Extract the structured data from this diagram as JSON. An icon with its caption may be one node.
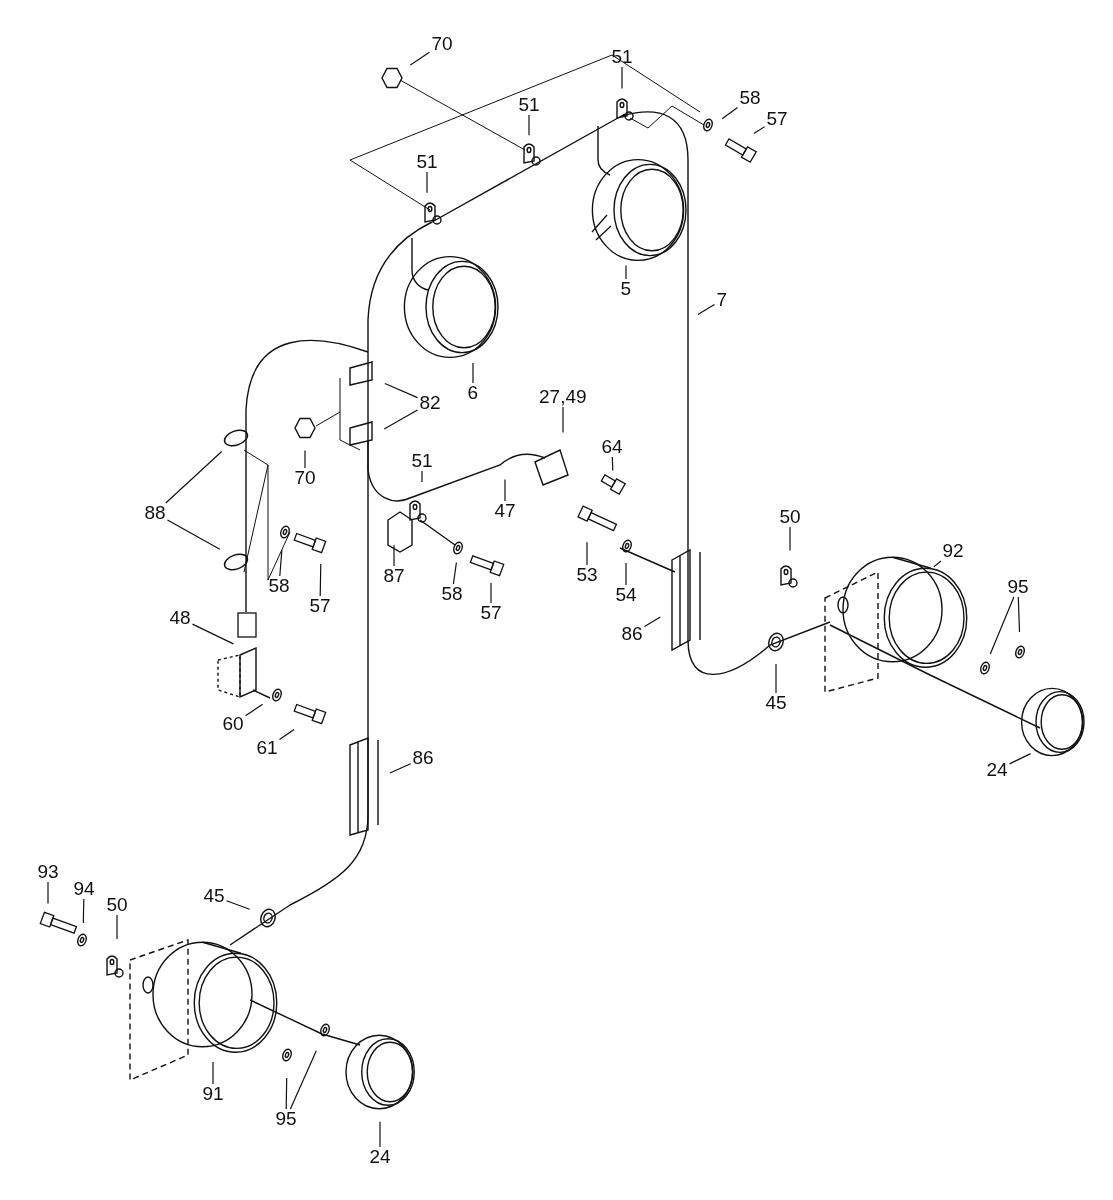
{
  "diagram": {
    "nodes": [
      {
        "text": [
          "70"
        ]
      },
      {
        "text": [
          "51"
        ]
      },
      {
        "text": [
          "51"
        ]
      },
      {
        "text": [
          "58"
        ]
      },
      {
        "text": [
          "57"
        ]
      },
      {
        "text": [
          "51"
        ]
      },
      {
        "text": [
          "5"
        ]
      },
      {
        "text": [
          "7"
        ]
      },
      {
        "text": [
          "6"
        ]
      },
      {
        "text": [
          "82"
        ]
      },
      {
        "text": [
          "27,49"
        ]
      },
      {
        "text": [
          "70"
        ]
      },
      {
        "text": [
          "64"
        ]
      },
      {
        "text": [
          "88"
        ]
      },
      {
        "text": [
          "51"
        ]
      },
      {
        "text": [
          "47"
        ]
      },
      {
        "text": [
          "50"
        ]
      },
      {
        "text": [
          "92"
        ]
      },
      {
        "text": [
          "53"
        ]
      },
      {
        "text": [
          "58"
        ]
      },
      {
        "text": [
          "57"
        ]
      },
      {
        "text": [
          "87"
        ]
      },
      {
        "text": [
          "95"
        ]
      },
      {
        "text": [
          "54"
        ]
      },
      {
        "text": [
          "58"
        ]
      },
      {
        "text": [
          "57"
        ]
      },
      {
        "text": [
          "48"
        ]
      },
      {
        "text": [
          "86"
        ]
      },
      {
        "text": [
          "45"
        ]
      },
      {
        "text": [
          "60"
        ]
      },
      {
        "text": [
          "61"
        ]
      },
      {
        "text": [
          "86"
        ]
      },
      {
        "text": [
          "24"
        ]
      },
      {
        "text": [
          "93"
        ]
      },
      {
        "text": [
          "94"
        ]
      },
      {
        "text": [
          "50"
        ]
      },
      {
        "text": [
          "45"
        ]
      },
      {
        "text": [
          "91"
        ]
      },
      {
        "text": [
          "95"
        ]
      },
      {
        "text": [
          "24"
        ]
      }
    ],
    "edges": [
      {
        "from": 0,
        "to": null,
        "arrow": "none"
      },
      {
        "from": 1,
        "to": null,
        "arrow": "none"
      },
      {
        "from": 2,
        "to": null,
        "arrow": "none"
      },
      {
        "from": 3,
        "to": null,
        "arrow": "none"
      },
      {
        "from": 4,
        "to": null,
        "arrow": "none"
      },
      {
        "from": 5,
        "to": null,
        "arrow": "none"
      },
      {
        "from": 6,
        "to": null,
        "arrow": "none"
      },
      {
        "from": 7,
        "to": null,
        "arrow": "none"
      },
      {
        "from": 8,
        "to": null,
        "arrow": "none"
      },
      {
        "from": 9,
        "to": null,
        "arrow": "none"
      },
      {
        "from": 9,
        "to": null,
        "arrow": "none"
      },
      {
        "from": 10,
        "to": null,
        "arrow": "none"
      },
      {
        "from": 11,
        "to": null,
        "arrow": "none"
      },
      {
        "from": 12,
        "to": null,
        "arrow": "none"
      },
      {
        "from": 13,
        "to": null,
        "arrow": "none"
      },
      {
        "from": 13,
        "to": null,
        "arrow": "none"
      },
      {
        "from": 14,
        "to": null,
        "arrow": "none"
      },
      {
        "from": 15,
        "to": null,
        "arrow": "none"
      },
      {
        "from": 16,
        "to": null,
        "arrow": "none"
      },
      {
        "from": 17,
        "to": null,
        "arrow": "none"
      },
      {
        "from": 18,
        "to": null,
        "arrow": "none"
      },
      {
        "from": 19,
        "to": null,
        "arrow": "none"
      },
      {
        "from": 20,
        "to": null,
        "arrow": "none"
      },
      {
        "from": 21,
        "to": null,
        "arrow": "none"
      },
      {
        "from": 22,
        "to": null,
        "arrow": "none"
      },
      {
        "from": 22,
        "to": null,
        "arrow": "none"
      },
      {
        "from": 23,
        "to": null,
        "arrow": "none"
      },
      {
        "from": 24,
        "to": null,
        "arrow": "none"
      },
      {
        "from": 25,
        "to": null,
        "arrow": "none"
      },
      {
        "from": 26,
        "to": null,
        "arrow": "none"
      },
      {
        "from": 27,
        "to": null,
        "arrow": "none"
      },
      {
        "from": 28,
        "to": null,
        "arrow": "none"
      },
      {
        "from": 29,
        "to": null,
        "arrow": "none"
      },
      {
        "from": 30,
        "to": null,
        "arrow": "none"
      },
      {
        "from": 31,
        "to": null,
        "arrow": "none"
      },
      {
        "from": 32,
        "to": null,
        "arrow": "none"
      },
      {
        "from": 33,
        "to": null,
        "arrow": "none"
      },
      {
        "from": 34,
        "to": null,
        "arrow": "none"
      },
      {
        "from": 35,
        "to": null,
        "arrow": "none"
      },
      {
        "from": 36,
        "to": null,
        "arrow": "none"
      },
      {
        "from": 37,
        "to": null,
        "arrow": "none"
      },
      {
        "from": 38,
        "to": null,
        "arrow": "none"
      },
      {
        "from": 38,
        "to": null,
        "arrow": "none"
      },
      {
        "from": 39,
        "to": null,
        "arrow": "none"
      }
    ]
  }
}
